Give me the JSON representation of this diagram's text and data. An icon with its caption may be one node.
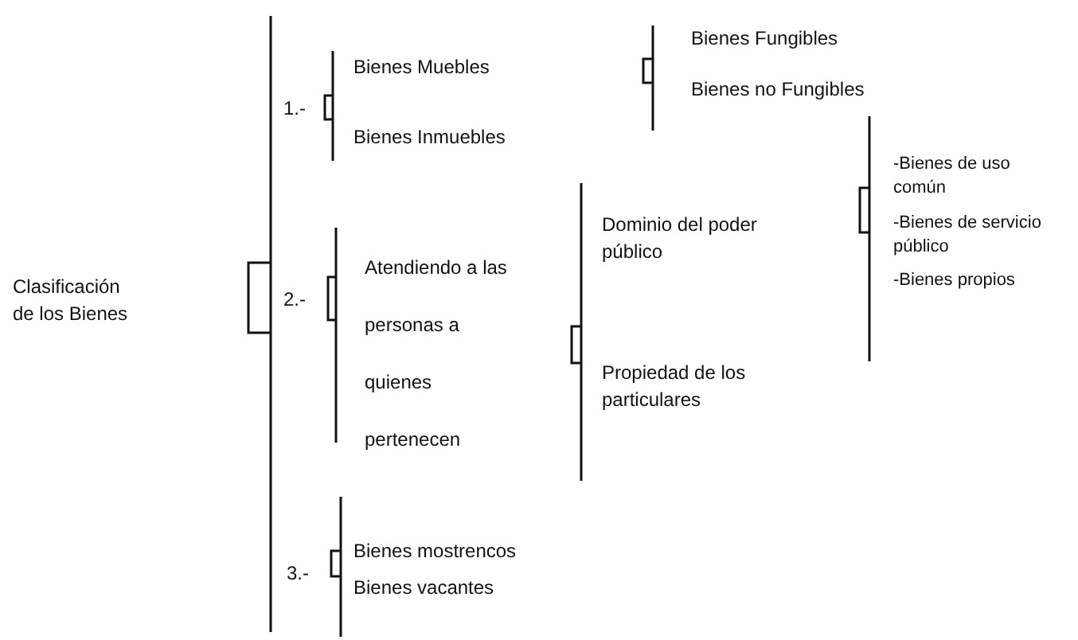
{
  "diagram": {
    "labels": [
      "Clasificación de los Bienes",
      "1.-",
      "Bienes Muebles",
      "Bienes Inmuebles",
      "Bienes Fungibles",
      "Bienes no Fungibles",
      "2.-",
      "Atendiendo a las personas a quienes pertenecen",
      "Dominio del poder público",
      "Propiedad de los particulares",
      "-Bienes de uso común",
      "-Bienes de servicio público",
      "-Bienes propios",
      "3.-",
      "Bienes mostrencos",
      "Bienes vacantes"
    ]
  }
}
